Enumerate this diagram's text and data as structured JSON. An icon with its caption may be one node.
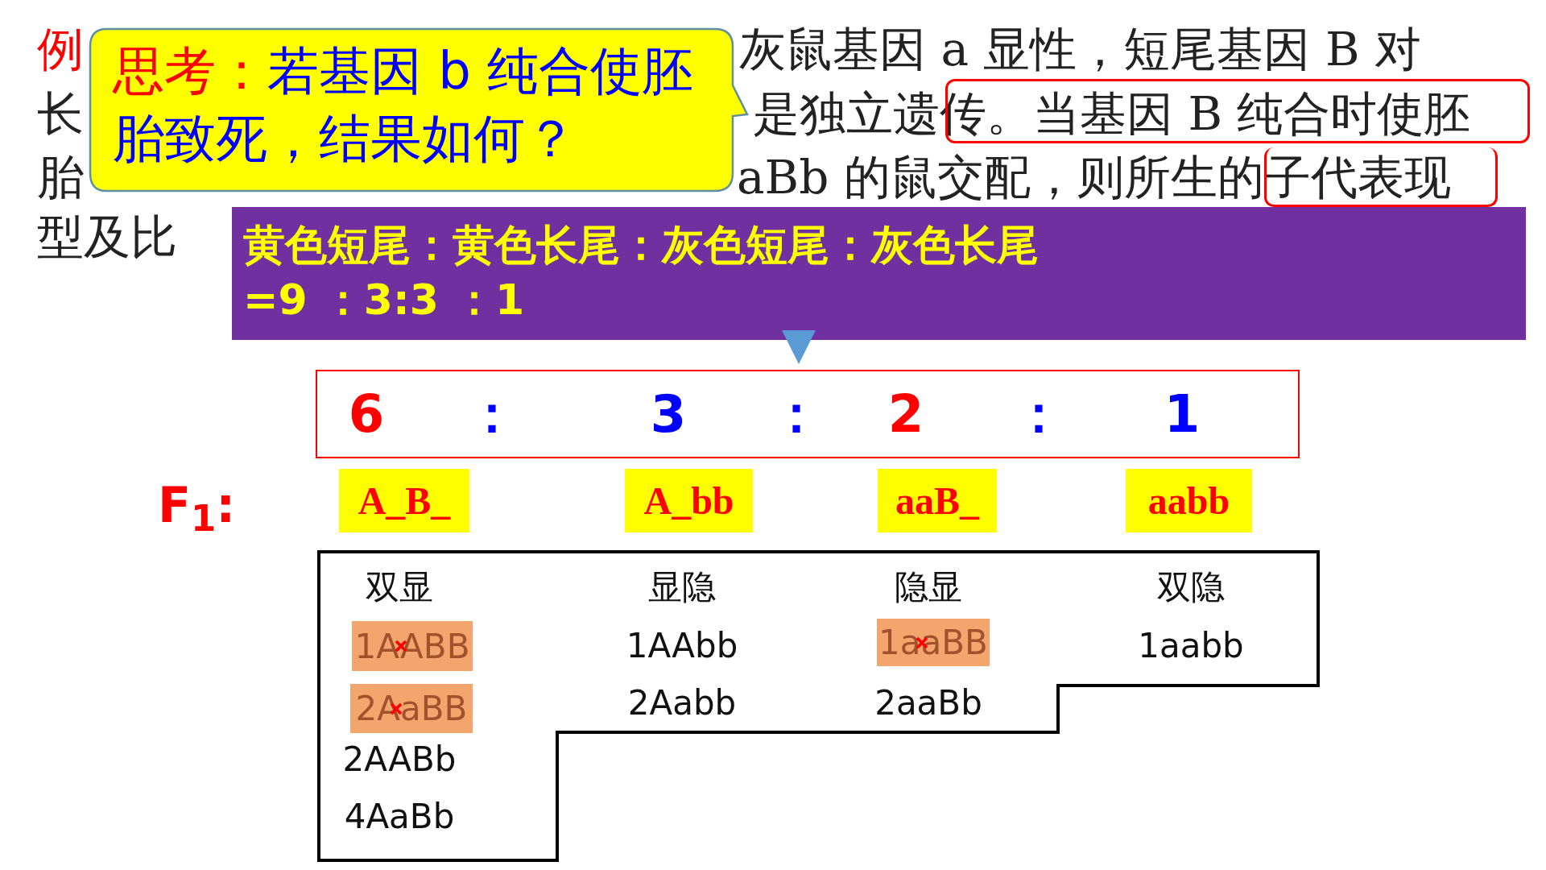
{
  "diagram": {
    "nodes": [
      {
        "text": [
          "思考：",
          "若基因 b 纯合使胚胎致死，结果如何？"
        ]
      },
      {
        "text": [
          "黄色短尾：黄色长尾：灰色短尾：灰色长尾",
          "=9 ：3:3 ：1"
        ]
      },
      {
        "text": [
          "6",
          "：",
          "3",
          "：",
          "2",
          "：",
          "1"
        ]
      },
      {
        "text": [
          "A_B_"
        ]
      },
      {
        "text": [
          "A_bb"
        ]
      },
      {
        "text": [
          "aaB_"
        ]
      },
      {
        "text": [
          "aabb"
        ]
      },
      {
        "text": [
          "双显",
          "显隐",
          "隐显",
          "双隐",
          "1AAbb",
          "1aabb",
          "2Aabb",
          "2aaBb",
          "2AABb",
          "4AaBb"
        ]
      },
      {
        "text": [
          "1AABB"
        ],
        "in": 7
      },
      {
        "text": [
          "2AaBB"
        ],
        "in": 7
      },
      {
        "text": [
          "1aaBB"
        ],
        "in": 7
      }
    ],
    "edges": [
      {
        "from": 1,
        "to": 2,
        "arrow": "to"
      }
    ],
    "labels": [
      "例",
      "灰鼠基因 a 显性，短尾基因 B 对",
      "长",
      "是独立遗传。当基因 B 纯合时使胚",
      "胎",
      "aBb 的鼠交配，则所生的子代表现",
      "型及比",
      "F$_{1}$:"
    ]
  }
}
